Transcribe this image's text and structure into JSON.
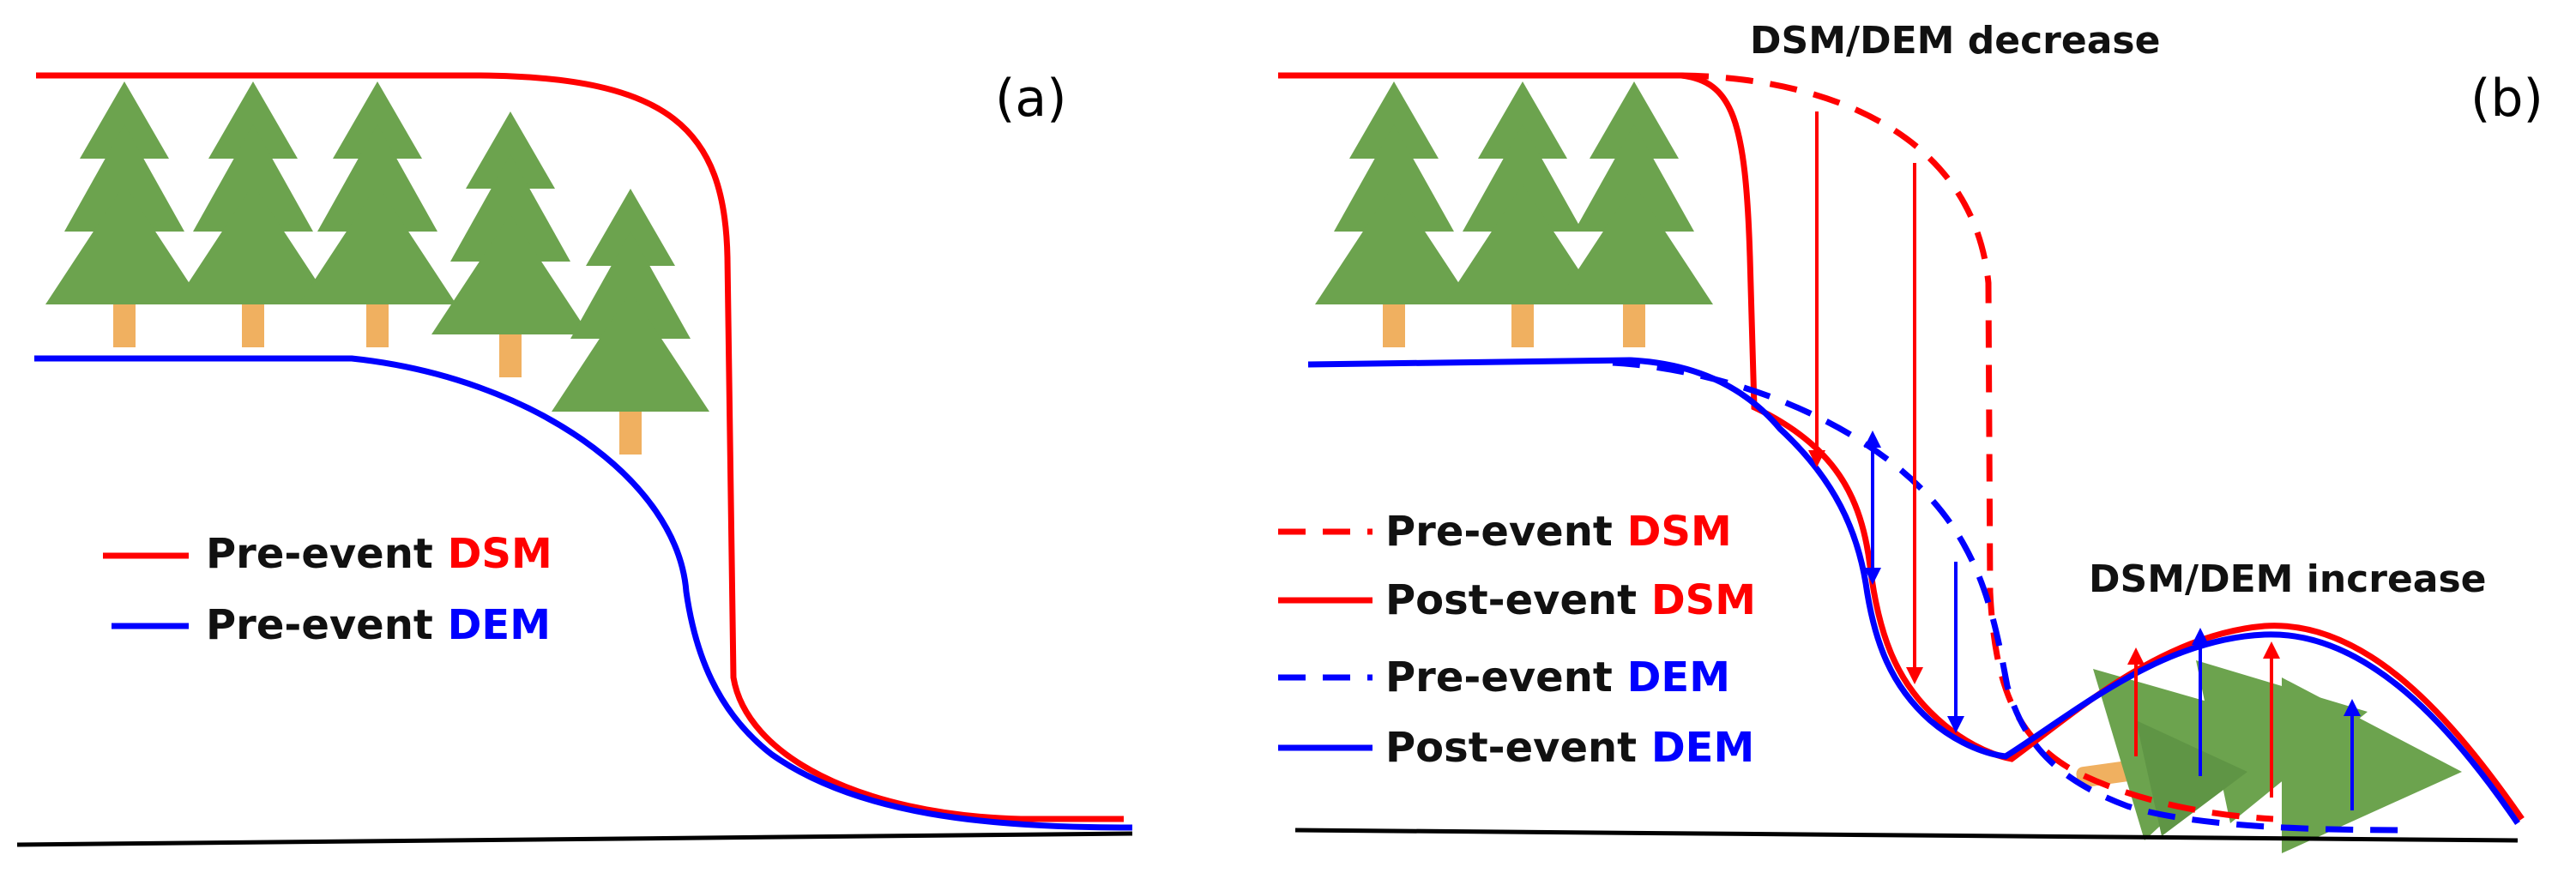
{
  "panel_a": {
    "label": "(a)",
    "legend": [
      {
        "prefix": "Pre-event ",
        "suffix": "DSM",
        "color": "#ff0000",
        "style": "solid"
      },
      {
        "prefix": "Pre-event ",
        "suffix": "DEM",
        "color": "#0000ff",
        "style": "solid"
      }
    ]
  },
  "panel_b": {
    "label": "(b)",
    "annotation_top": "DSM/DEM decrease",
    "annotation_bottom": "DSM/DEM increase",
    "legend": [
      {
        "prefix": "Pre-event ",
        "suffix": "DSM",
        "color": "#ff0000",
        "style": "dashed"
      },
      {
        "prefix": "Post-event ",
        "suffix": "DSM",
        "color": "#ff0000",
        "style": "solid"
      },
      {
        "prefix": "Pre-event ",
        "suffix": "DEM",
        "color": "#0000ff",
        "style": "dashed"
      },
      {
        "prefix": "Post-event ",
        "suffix": "DEM",
        "color": "#0000ff",
        "style": "solid"
      }
    ]
  },
  "colors": {
    "dsm": "#ff0000",
    "dem": "#0000ff",
    "tree_crown": "#6ca34e",
    "tree_trunk": "#f0b060",
    "ground": "#000000"
  }
}
